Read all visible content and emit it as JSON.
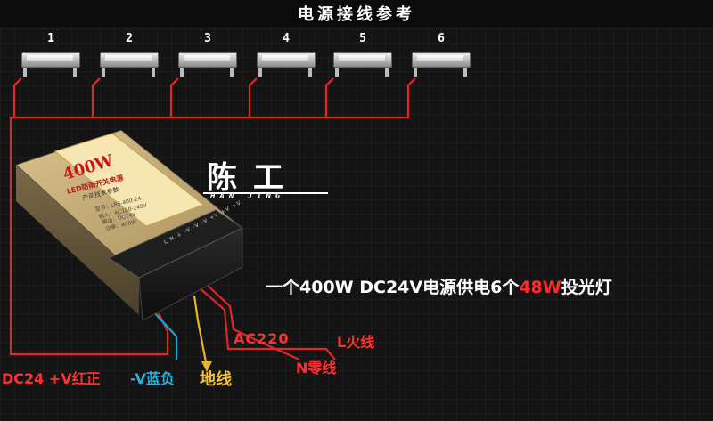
{
  "title": "电源接线参考",
  "lamps": [
    {
      "label": "1"
    },
    {
      "label": "2"
    },
    {
      "label": "3"
    },
    {
      "label": "4"
    },
    {
      "label": "5"
    },
    {
      "label": "6"
    }
  ],
  "watermark": {
    "main": "陈工",
    "sub": "HAN JING"
  },
  "psu": {
    "power_label": "400W",
    "brand_line": "LED防雨开关电源",
    "spec_title": "产品技术参数",
    "spec_lines": [
      "型号：LRS-400-24",
      "输入：AC180-240V",
      "输出：DC24V",
      "功率：400W"
    ],
    "terminal_marks": "L N ⏚ -V -V -V +V +V +V"
  },
  "caption": {
    "part1": "一个400W DC24V电源供电6个",
    "highlight": "48W",
    "part2": "投光灯"
  },
  "labels": {
    "ac": "AC220",
    "live": "L火线",
    "neutral": "N零线",
    "dc_positive": "DC24 +V红正",
    "dc_negative": "-V蓝负",
    "ground": "地线"
  },
  "colors": {
    "wire_red": "#e32525",
    "wire_blue": "#1aa6d8",
    "wire_yellow": "#e8b52a",
    "background": "#141414"
  }
}
